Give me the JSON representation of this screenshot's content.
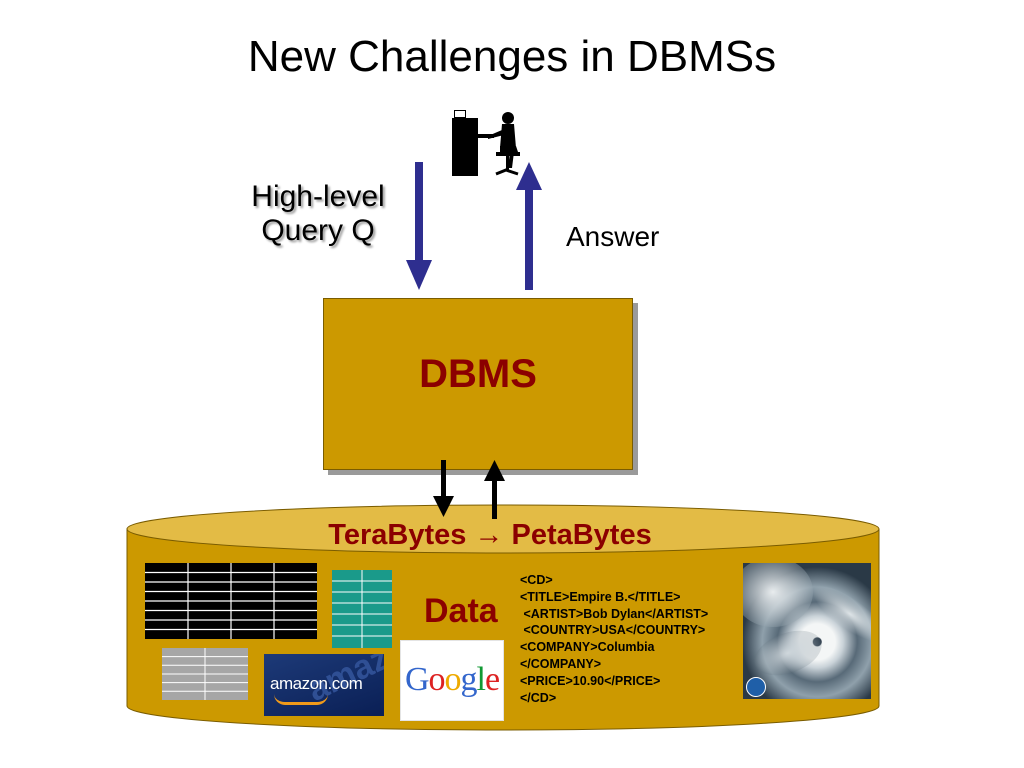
{
  "slide": {
    "title": "New Challenges in DBMSs",
    "query_label_line1": "High-level",
    "query_label_line2": "Query Q",
    "answer_label": "Answer",
    "dbms_label": "DBMS",
    "storage_label": "TeraBytes → PetaBytes",
    "data_label": "Data",
    "xml_lines": [
      "<CD>",
      "<TITLE>Empire B.</TITLE>",
      " <ARTIST>Bob Dylan</ARTIST>",
      " <COUNTRY>USA</COUNTRY>",
      "<COMPANY>Columbia",
      "</COMPANY>",
      "<PRICE>10.90</PRICE>",
      "</CD>"
    ],
    "amazon_text": "amazon.com",
    "amazon_bg_word": "amazon",
    "google_text": "Google"
  },
  "icons": {
    "user": "person-at-computer-icon",
    "down_arrow": "arrow-down-icon",
    "up_arrow": "arrow-up-icon"
  },
  "colors": {
    "dbms_fill": "#cc9900",
    "cylinder_fill": "#cc9900",
    "label_red": "#8b0000",
    "arrow_blue": "#2e2e8f",
    "black_table": "#000000",
    "teal_table": "#1a9a8a",
    "gray_table": "#a6a6a6"
  }
}
